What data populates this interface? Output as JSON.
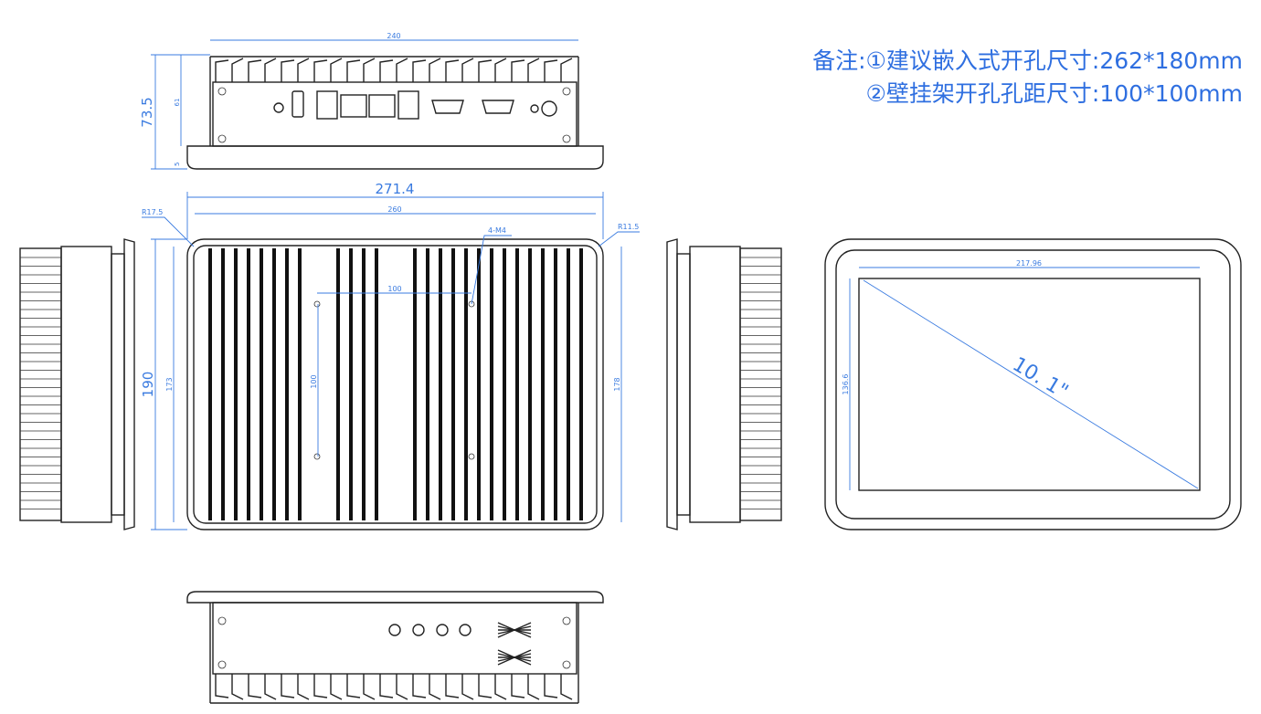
{
  "notes": {
    "line1": "备注:①建议嵌入式开孔尺寸:262*180mm",
    "line2": "②壁挂架开孔孔距尺寸:100*100mm"
  },
  "dimensions": {
    "top_width": "240",
    "total_height": "73.5",
    "body_height": "61",
    "bezel_thickness": "5",
    "overall_width": "271.4",
    "inner_width": "260",
    "overall_height": "190",
    "inner_height_left": "173",
    "inner_height_right": "178",
    "corner_radius_left": "R17.5",
    "corner_radius_right": "R11.5",
    "mount_screws": "4-M4",
    "vesa_horizontal": "100",
    "vesa_vertical": "100",
    "screen_width": "217.96",
    "screen_height": "136.6",
    "screen_diagonal": "10. 1\""
  },
  "colors": {
    "dimension": "#3a7be0",
    "outline": "#222222"
  }
}
